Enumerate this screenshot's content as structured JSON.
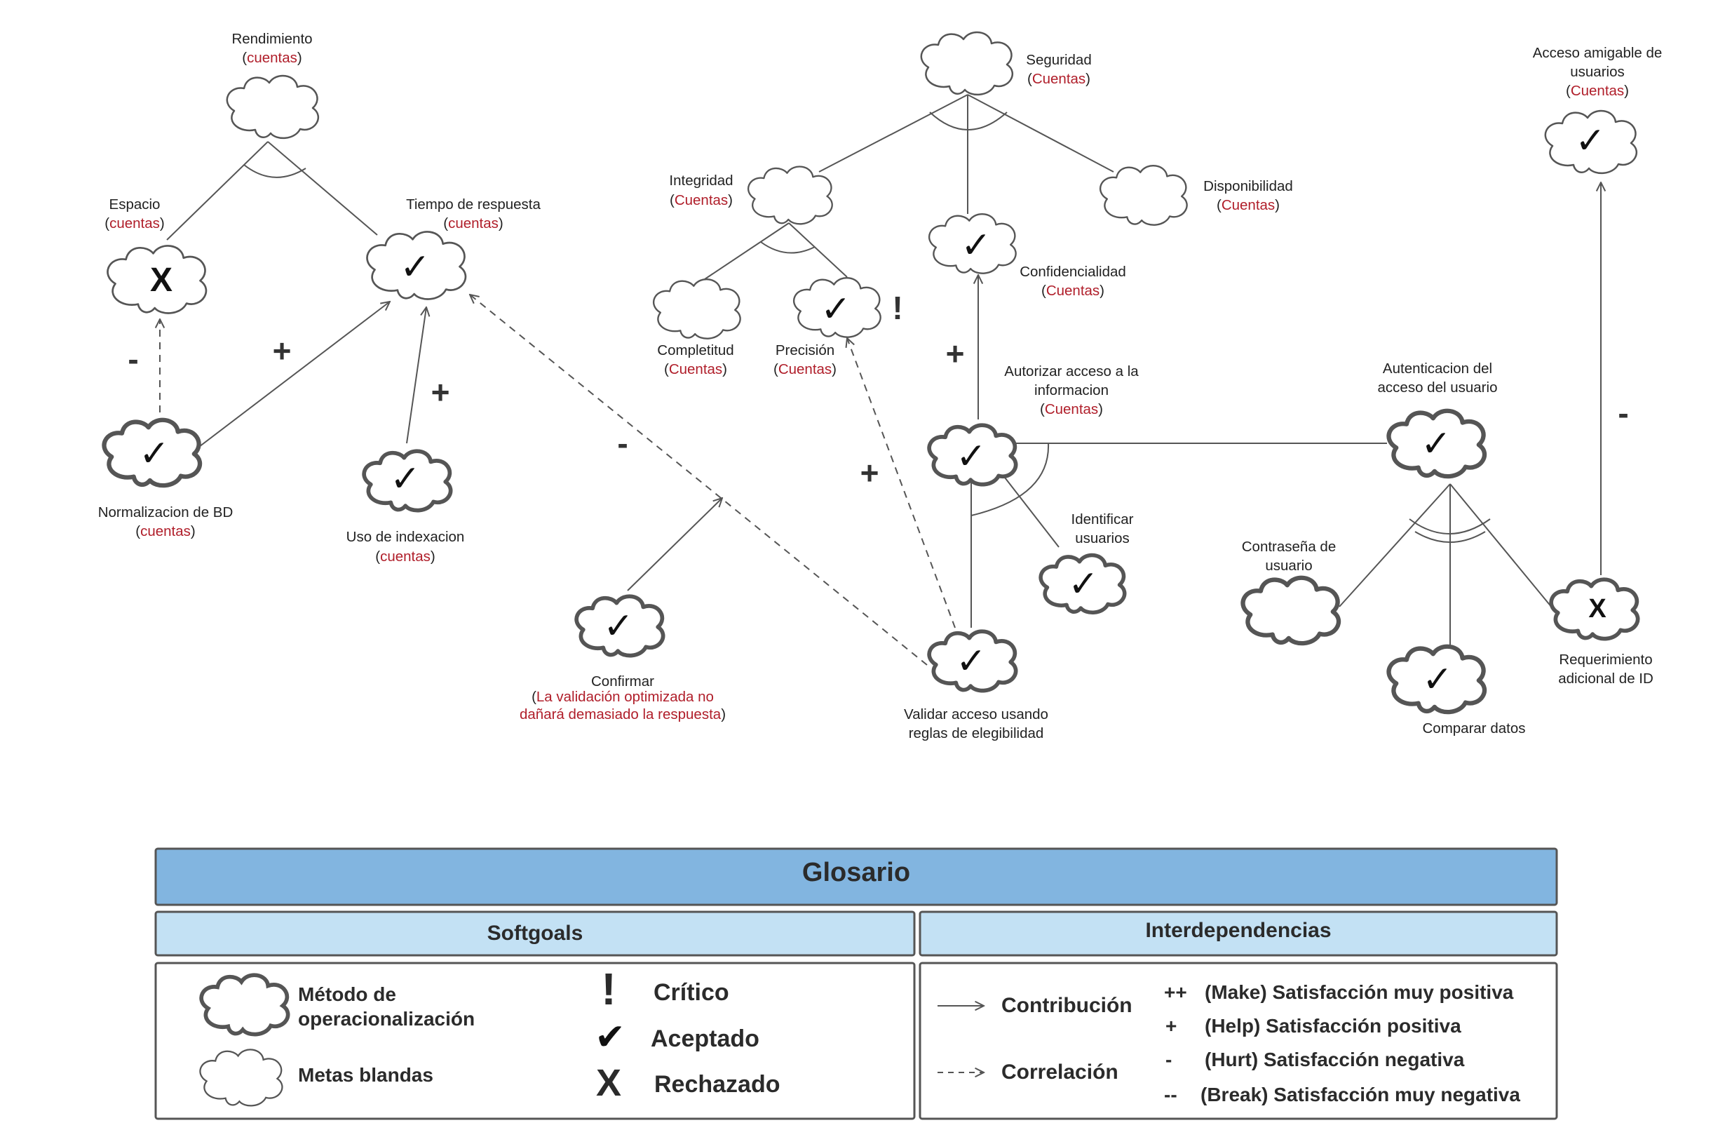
{
  "colors": {
    "title_band": "#82b5e0",
    "section_band": "#c3e1f4",
    "reference_red": "#b01e2a",
    "cloud_stroke": "#555555"
  },
  "nodes": {
    "rendimiento": {
      "l1": "Rendimiento",
      "ref": "cuentas"
    },
    "espacio": {
      "l1": "Espacio",
      "ref": "cuentas",
      "mark": "X"
    },
    "tiempo": {
      "l1": "Tiempo de respuesta",
      "ref": "cuentas",
      "mark": "✓"
    },
    "normalizacion": {
      "l1": "Normalizacion de BD",
      "ref": "cuentas",
      "mark": "✓"
    },
    "indexacion": {
      "l1": "Uso de indexacion",
      "ref": "cuentas",
      "mark": "✓"
    },
    "seguridad": {
      "l1": "Seguridad",
      "ref": "Cuentas"
    },
    "integridad": {
      "l1": "Integridad",
      "ref": "Cuentas"
    },
    "disponibilidad": {
      "l1": "Disponibilidad",
      "ref": "Cuentas"
    },
    "confidencialidad": {
      "l1": "Confidencialidad",
      "ref": "Cuentas",
      "mark": "✓"
    },
    "completitud": {
      "l1": "Completitud",
      "ref": "Cuentas"
    },
    "precision": {
      "l1": "Precisión",
      "ref": "Cuentas",
      "mark": "✓",
      "flag": "!"
    },
    "autorizar": {
      "l1": "Autorizar acceso a la",
      "l2": "informacion",
      "ref": "Cuentas",
      "mark": "✓"
    },
    "identificar": {
      "l1": "Identificar",
      "l2": "usuarios",
      "mark": "✓"
    },
    "validar": {
      "l1": "Validar acceso usando",
      "l2": "reglas de elegibilidad",
      "mark": "✓"
    },
    "confirmar": {
      "l1": "Confirmar",
      "ref1": "La validación optimizada no",
      "ref2": "dañará demasiado la respuesta",
      "mark": "✓"
    },
    "autenticacion": {
      "l1": "Autenticacion del",
      "l2": "acceso del usuario",
      "mark": "✓"
    },
    "contrasena": {
      "l1": "Contraseña de",
      "l2": "usuario"
    },
    "comparar": {
      "l1": "Comparar datos",
      "mark": "✓"
    },
    "requerimiento": {
      "l1": "Requerimiento",
      "l2": "adicional de ID",
      "mark": "X"
    },
    "acceso_amigable": {
      "l1": "Acceso amigable de",
      "l2": "usuarios",
      "ref": "Cuentas",
      "mark": "✓"
    }
  },
  "edge_signs": {
    "espacio_normalizacion": "-",
    "normalizacion_tiempo": "+",
    "indexacion_tiempo": "+",
    "validar_tiempo": "-",
    "validar_precision": "+",
    "autorizar_confidencialidad": "+",
    "requerimiento_acceso": "-"
  },
  "glossary": {
    "title": "Glosario",
    "softgoals_header": "Softgoals",
    "interdependencias_header": "Interdependencias",
    "metodo_l1": "Método de",
    "metodo_l2": "operacionalización",
    "metas": "Metas blandas",
    "critico_symbol": "!",
    "critico": "Crítico",
    "aceptado_symbol": "✔",
    "aceptado": "Aceptado",
    "rechazado_symbol": "X",
    "rechazado": "Rechazado",
    "contribucion": "Contribución",
    "correlacion": "Correlación",
    "make_sym": "++",
    "make": "(Make) Satisfacción muy positiva",
    "help_sym": "+",
    "help": "(Help) Satisfacción positiva",
    "hurt_sym": "-",
    "hurt": "(Hurt) Satisfacción negativa",
    "break_sym": "--",
    "break": "(Break) Satisfacción muy negativa"
  }
}
